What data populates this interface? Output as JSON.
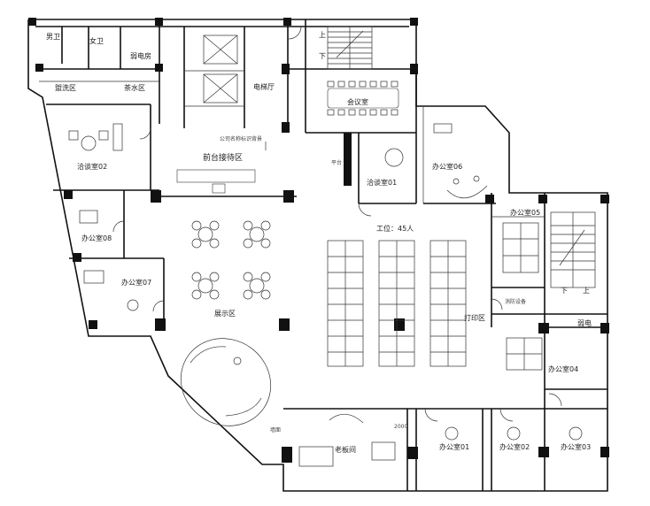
{
  "plan": {
    "labels": {
      "men_wc": "男卫",
      "women_wc": "女卫",
      "weak_power_room": "弱电房",
      "wash_area": "盥洗区",
      "tea_area": "茶水区",
      "elevator_hall": "电梯厅",
      "meeting_room": "会议室",
      "reception": "前台接待区",
      "reception_sign": "公司名称标识背景",
      "negotiation_02": "洽谈室02",
      "negotiation_01": "洽谈室01",
      "office_06": "办公室06",
      "office_05": "办公室05",
      "office_08": "办公室08",
      "office_07": "办公室07",
      "workstations": "工位：45人",
      "display_area": "展示区",
      "print_area": "打印区",
      "fire_equipment": "消防设备",
      "weak_power": "弱电",
      "office_04": "办公室04",
      "boss_office": "老板间",
      "office_01": "办公室01",
      "office_02": "办公室02",
      "office_03": "办公室03",
      "stair_up": "上",
      "stair_down": "下",
      "stair2_down": "下",
      "stair2_up": "上",
      "small_note": "平台",
      "wall_note": "墙面",
      "dim_note": "2000"
    }
  }
}
